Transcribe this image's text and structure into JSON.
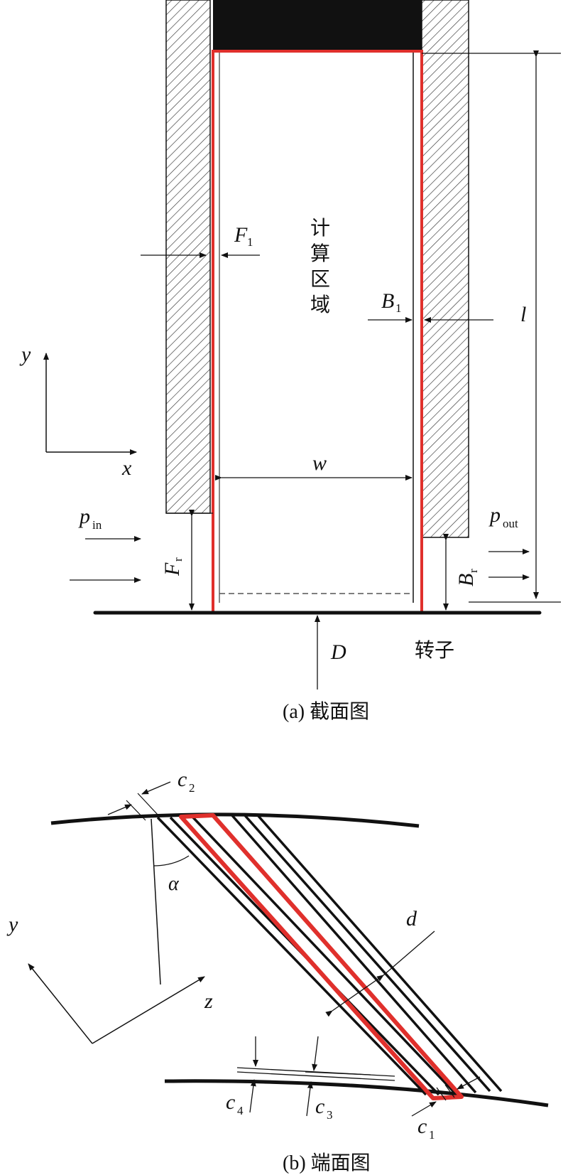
{
  "figure_a": {
    "region_label": [
      "计",
      "算",
      "区",
      "域"
    ],
    "label_F1": "F",
    "label_F1_sub": "1",
    "label_B1": "B",
    "label_B1_sub": "1",
    "label_l": "l",
    "label_w": "w",
    "label_y": "y",
    "label_x": "x",
    "label_pin": "p",
    "label_pin_sub": "in",
    "label_pout": "p",
    "label_pout_sub": "out",
    "label_Fr": "F",
    "label_Fr_sub": "r",
    "label_Br": "B",
    "label_Br_sub": "r",
    "label_D": "D",
    "label_rotor": "转子",
    "caption": "(a) 截面图"
  },
  "figure_b": {
    "label_c2": "c",
    "label_c2_sub": "2",
    "label_alpha": "α",
    "label_d": "d",
    "label_y": "y",
    "label_z": "z",
    "label_c4": "c",
    "label_c4_sub": "4",
    "label_c3": "c",
    "label_c3_sub": "3",
    "label_c1": "c",
    "label_c1_sub": "1",
    "caption": "(b) 端面图"
  },
  "colors": {
    "highlight": "#e0302c",
    "line": "#111111",
    "gray": "#888888"
  }
}
